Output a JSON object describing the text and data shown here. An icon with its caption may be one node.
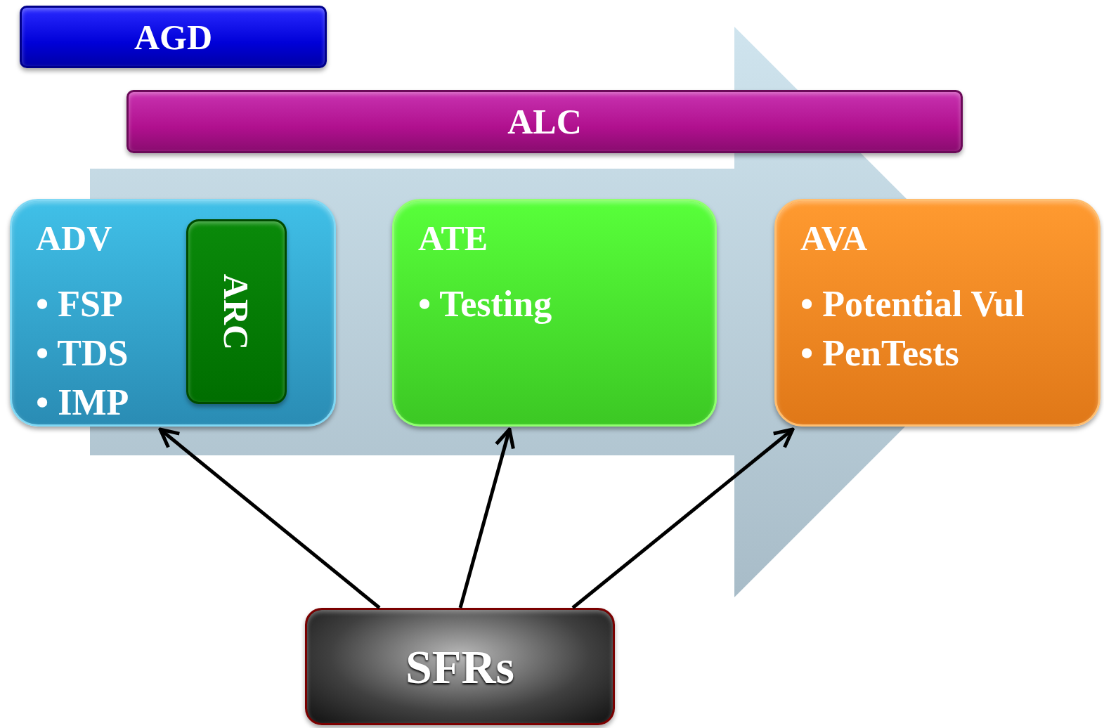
{
  "diagram": {
    "nodes": [
      {
        "text": [
          "AGD"
        ]
      },
      {
        "text": [
          "ALC"
        ]
      },
      {
        "text": [
          "ADV",
          "• FSP",
          "• TDS",
          "• IMP"
        ]
      },
      {
        "text": [
          "ARC"
        ],
        "in": 2
      },
      {
        "text": [
          "ATE",
          "• Testing"
        ]
      },
      {
        "text": [
          "AVA",
          "• Potential Vul",
          "• PenTests"
        ]
      },
      {
        "text": [
          "SFRs"
        ]
      }
    ],
    "edges": [
      {
        "from": 6,
        "to": 2,
        "arrow": "to"
      },
      {
        "from": 6,
        "to": 4,
        "arrow": "to"
      },
      {
        "from": 6,
        "to": 5,
        "arrow": "to"
      }
    ]
  }
}
